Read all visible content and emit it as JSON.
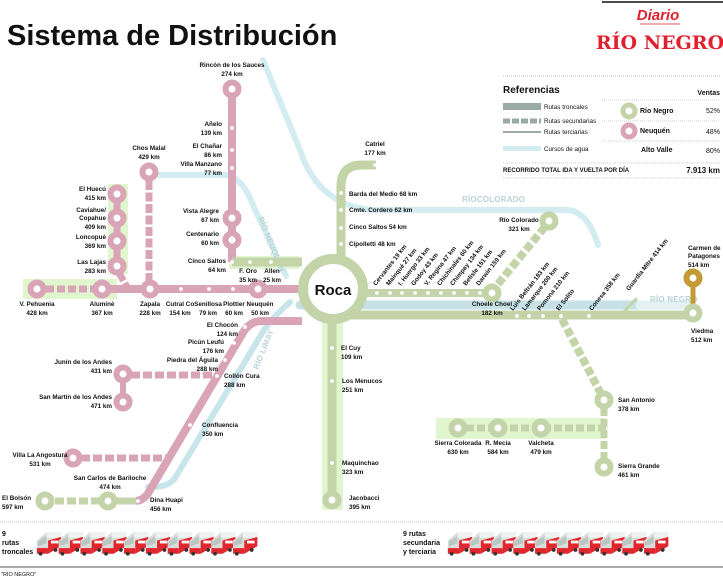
{
  "header": {
    "title": "Sistema de Distribución"
  },
  "logo": {
    "top": "Diario",
    "bottom": "RÍO NEGRO"
  },
  "hub": {
    "name": "Roca"
  },
  "rivers": {
    "neuquen": "RÍO NEUQUÉN",
    "colorado": "RÍOCOLORADO",
    "limay": "RÍO LIMAY",
    "negro": "RÍO NEGRO"
  },
  "legend": {
    "title": "Referencias",
    "sales_header": "Ventas",
    "route_types": [
      "Rutas troncales",
      "Rutas secundarias",
      "Rutas terciarias",
      "Cursos de agua"
    ],
    "sales": [
      {
        "region": "Río Negro",
        "value": "52%"
      },
      {
        "region": "Neuquén",
        "value": "48%"
      },
      {
        "region": "Alto Valle",
        "value": "80%"
      }
    ],
    "total_label": "RECORRIDO TOTAL IDA Y VUELTA POR DÍA",
    "total_value": "7.913 km"
  },
  "stations": {
    "rincon": {
      "name": "Rincón de los Sauces",
      "km": "274 km"
    },
    "anelo": {
      "name": "Añelo",
      "km": "139 km"
    },
    "chanar": {
      "name": "El Chañar",
      "km": "86 km"
    },
    "manzano": {
      "name": "Villa Manzano",
      "km": "77 km"
    },
    "vistaalegre": {
      "name": "Vista Alegre",
      "km": "67 km"
    },
    "centenario": {
      "name": "Centenario",
      "km": "60 km"
    },
    "cincosaltosw": {
      "name": "Cinco Saltos",
      "km": "64 km"
    },
    "foro": {
      "name": "F. Oro",
      "km": "35 km"
    },
    "allen": {
      "name": "Allen",
      "km": "25 km"
    },
    "chosmalal": {
      "name": "Chos Malal",
      "km": "429 km"
    },
    "huecu": {
      "name": "El Huecú",
      "km": "415 km"
    },
    "caviahue": {
      "name": "Caviahue/",
      "name2": "Copahue",
      "km": "409 km"
    },
    "loncopue": {
      "name": "Loncopué",
      "km": "369 km"
    },
    "laslajas": {
      "name": "Las Lajas",
      "km": "283 km"
    },
    "pehuenia": {
      "name": "V. Pehuenia",
      "km": "428 km"
    },
    "alumine": {
      "name": "Aluminé",
      "km": "367 km"
    },
    "zapala": {
      "name": "Zapala",
      "km": "228 km"
    },
    "cutralco": {
      "name": "Cutral Co",
      "km": "154 km"
    },
    "senillosa": {
      "name": "Senillosa",
      "km": "79 km"
    },
    "plottier": {
      "name": "Plottier",
      "km": "60 km"
    },
    "neuquen": {
      "name": "Neuquén",
      "km": "50 km"
    },
    "chocon": {
      "name": "El Chocón",
      "km": "124 km"
    },
    "picun": {
      "name": "Picún Leufú",
      "km": "176 km"
    },
    "piedra": {
      "name": "Piedra del Águila",
      "km": "288 km"
    },
    "collon": {
      "name": "Collón Cura",
      "km": "288 km"
    },
    "confluencia": {
      "name": "Confluencia",
      "km": "350 km"
    },
    "junin": {
      "name": "Junín de los Andes",
      "km": "431 km"
    },
    "sanmartin": {
      "name": "San Martín de los Andes",
      "km": "471 km"
    },
    "angostura": {
      "name": "Villa La Angostura",
      "km": "531 km"
    },
    "bariloche": {
      "name": "San Carlos de Bariloche",
      "km": "474 km"
    },
    "bolson": {
      "name": "El Bolsón",
      "km": "597 km"
    },
    "dinahuapi": {
      "name": "Dina Huapi",
      "km": "456 km"
    },
    "catriel": {
      "name": "Catriel",
      "km": "177 km"
    },
    "barda": {
      "name": "Barda del Medio",
      "km": "68 km"
    },
    "cordero": {
      "name": "Cmte. Cordero",
      "km": "62 km"
    },
    "cincosaltosn": {
      "name": "Cinco Saltos",
      "km": "54 km"
    },
    "cipolletti": {
      "name": "Cipolletti",
      "km": "48 km"
    },
    "cervantes": {
      "name": "Cervantes",
      "km": "19 km"
    },
    "mainque": {
      "name": "Mainqué",
      "km": "27 km"
    },
    "huergo": {
      "name": "I. Huergo",
      "km": "33 km"
    },
    "godoy": {
      "name": "Godoy",
      "km": "43 km"
    },
    "regina": {
      "name": "V. Regina",
      "km": "47 km"
    },
    "chichinales": {
      "name": "Chichinales",
      "km": "60 km"
    },
    "chimpay": {
      "name": "Chimpay",
      "km": "134 km"
    },
    "belisle": {
      "name": "Belisle",
      "km": "151 km"
    },
    "darwin": {
      "name": "Darwin",
      "km": "159 km"
    },
    "choele": {
      "name": "Choele Choel",
      "km": "182 km"
    },
    "riocolorado": {
      "name": "Río Colorado",
      "km": "321 km"
    },
    "beltran": {
      "name": "Luis Beltrán",
      "km": "183 km"
    },
    "lamarque": {
      "name": "Lamarque",
      "km": "200 km"
    },
    "pomona": {
      "name": "Pomona",
      "km": "210 km"
    },
    "solito": {
      "name": "El Solito",
      "km": ""
    },
    "conesa": {
      "name": "Conesa",
      "km": "358 km"
    },
    "mitre": {
      "name": "Guardia Mitre",
      "km": "414 km"
    },
    "patagones": {
      "name": "Carmen de",
      "name2": "Patagones",
      "km": "514 km"
    },
    "viedma": {
      "name": "Viedma",
      "km": "512 km"
    },
    "elcuy": {
      "name": "El Cuy",
      "km": "109 km"
    },
    "menucos": {
      "name": "Los Menucos",
      "km": "251 km"
    },
    "maquinchao": {
      "name": "Maquinchao",
      "km": "323 km"
    },
    "jacobacci": {
      "name": "Jacobacci",
      "km": "395 km"
    },
    "sanantonio": {
      "name": "San Antonio",
      "km": "378 km"
    },
    "sierragrande": {
      "name": "Sierra Grande",
      "km": "461 km"
    },
    "sierracolorada": {
      "name": "Sierra Colorada",
      "km": "630 km"
    },
    "mencia": {
      "name": "R. Mecía",
      "km": "584 km"
    },
    "valcheta": {
      "name": "Valcheta",
      "km": "479 km"
    }
  },
  "fleet": {
    "trunk": {
      "count": "9",
      "line1": "rutas",
      "line2": "troncales",
      "vans": 10
    },
    "secondary": {
      "line0": "9 rutas",
      "line1": "secundaria",
      "line2": "y terciaria",
      "vans": 10
    }
  },
  "footer": {
    "credit": "\"RÍO NEGRO\""
  },
  "colors": {
    "rio_negro": "#c3d4a9",
    "neuquen": "#d9a5b6",
    "water": "#d3ecf2",
    "patagones": "#c49a36",
    "brand": "#e0202c"
  }
}
